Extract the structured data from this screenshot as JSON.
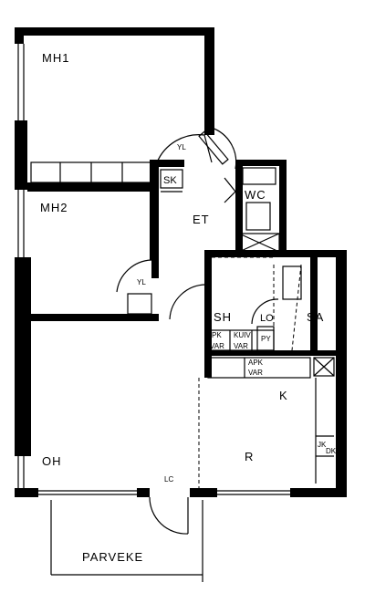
{
  "rooms": {
    "mh1": "MH1",
    "mh2": "MH2",
    "et": "ET",
    "wc": "WC",
    "sh": "SH",
    "sa": "SA",
    "lo_sh": "LO",
    "k": "K",
    "r": "R",
    "oh": "OH",
    "parveke": "PARVEKE"
  },
  "fixtures": {
    "yl_top": "YL",
    "yl_mid": "YL",
    "sk": "SK",
    "pk": "PK",
    "kuiv": "KUIV",
    "var1": "VAR",
    "var2": "VAR",
    "py": "PY",
    "apk": "APK",
    "var3": "VAR",
    "jk": "JK",
    "dk": "DK",
    "lc": "LC"
  }
}
